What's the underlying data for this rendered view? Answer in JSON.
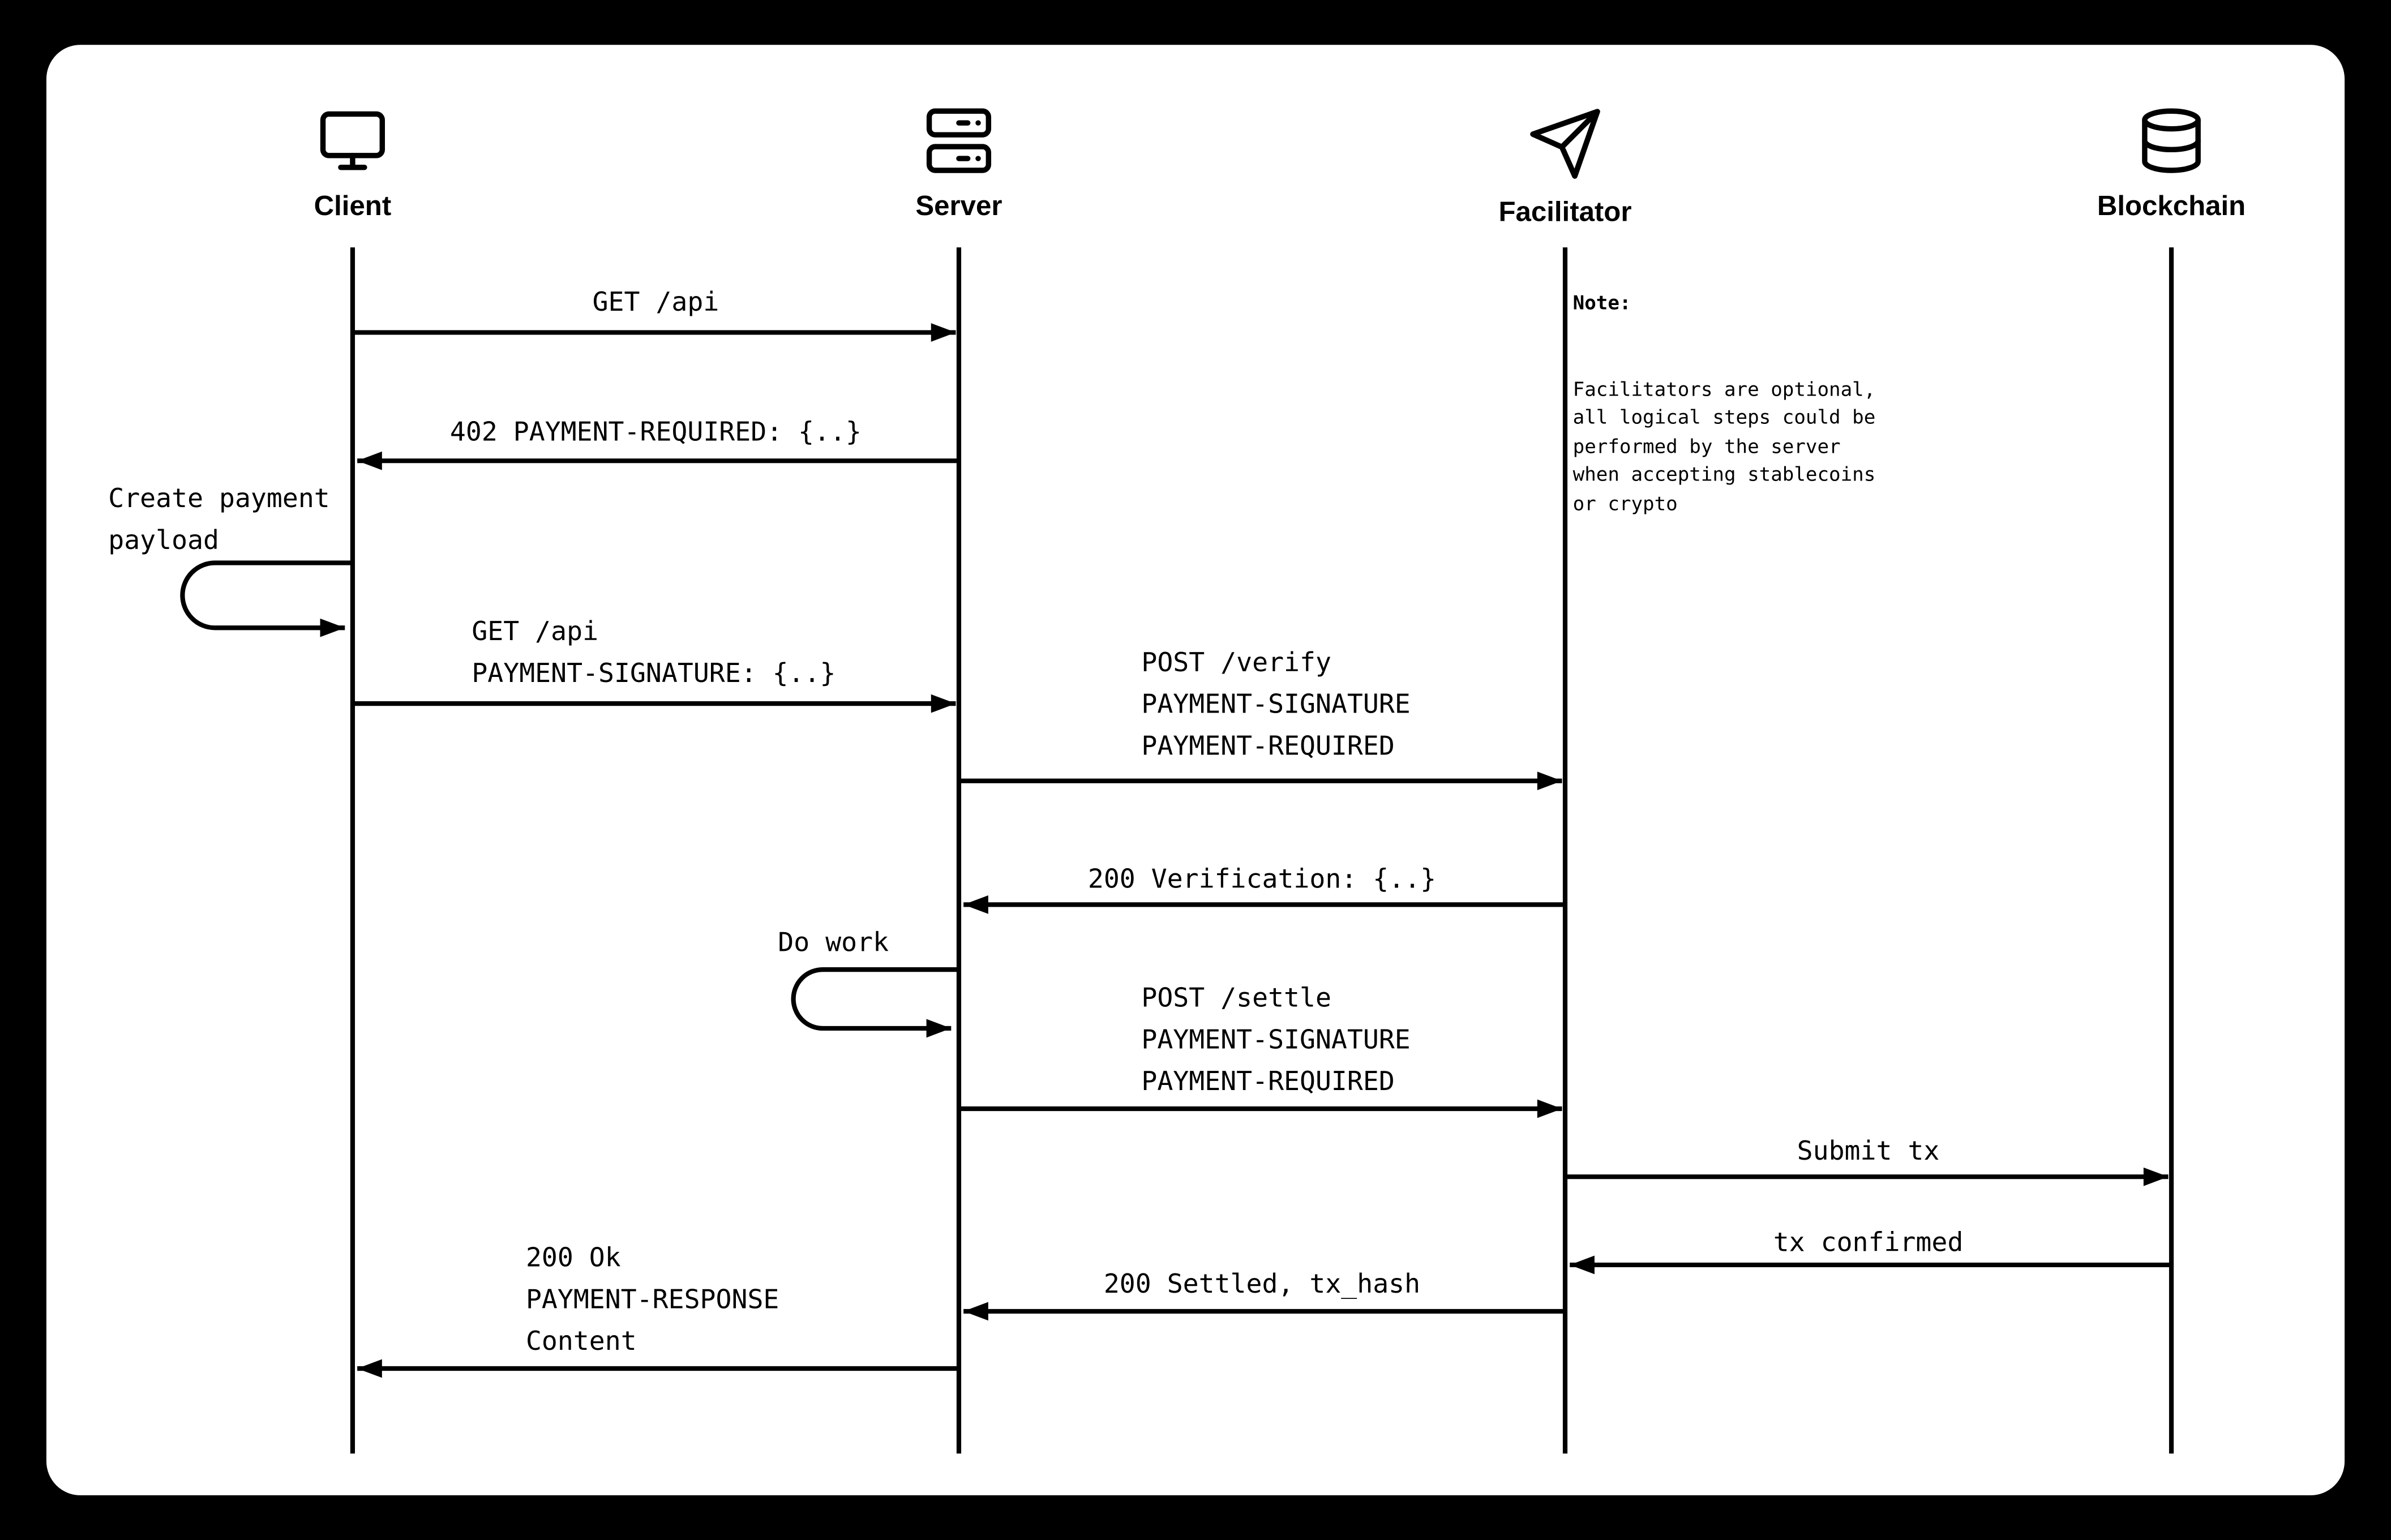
{
  "diagram": {
    "title": "Payment protocol sequence diagram",
    "colors": {
      "page_background": "#000000",
      "canvas_background": "#ffffff",
      "ink": "#000000"
    },
    "participants": [
      {
        "label": "Client",
        "icon": "monitor-icon"
      },
      {
        "label": "Server",
        "icon": "server-icon"
      },
      {
        "label": "Facilitator",
        "icon": "paper-plane-icon"
      },
      {
        "label": "Blockchain",
        "icon": "database-icon"
      }
    ],
    "messages": {
      "get_api": {
        "from": "Client",
        "to": "Server",
        "text": "GET /api"
      },
      "payment_required": {
        "from": "Server",
        "to": "Client",
        "text": "402 PAYMENT-REQUIRED: {..}"
      },
      "create_payload": {
        "participant": "Client",
        "text": "Create payment\npayload"
      },
      "get_api_signed": {
        "from": "Client",
        "to": "Server",
        "text": "GET /api\nPAYMENT-SIGNATURE: {..}"
      },
      "post_verify": {
        "from": "Server",
        "to": "Facilitator",
        "text": "POST /verify\nPAYMENT-SIGNATURE\nPAYMENT-REQUIRED"
      },
      "verification": {
        "from": "Facilitator",
        "to": "Server",
        "text": "200 Verification: {..}"
      },
      "do_work": {
        "participant": "Server",
        "text": "Do work"
      },
      "post_settle": {
        "from": "Server",
        "to": "Facilitator",
        "text": "POST /settle\nPAYMENT-SIGNATURE\nPAYMENT-REQUIRED"
      },
      "submit_tx": {
        "from": "Facilitator",
        "to": "Blockchain",
        "text": "Submit tx"
      },
      "tx_confirmed": {
        "from": "Blockchain",
        "to": "Facilitator",
        "text": "tx confirmed"
      },
      "settled": {
        "from": "Facilitator",
        "to": "Server",
        "text": "200 Settled, tx_hash"
      },
      "response": {
        "from": "Server",
        "to": "Client",
        "text": "200 Ok\nPAYMENT-RESPONSE\nContent"
      }
    },
    "note": {
      "title": "Note:",
      "body": "Facilitators are optional,\nall logical steps could be\nperformed by the server\nwhen accepting stablecoins\nor crypto"
    }
  }
}
